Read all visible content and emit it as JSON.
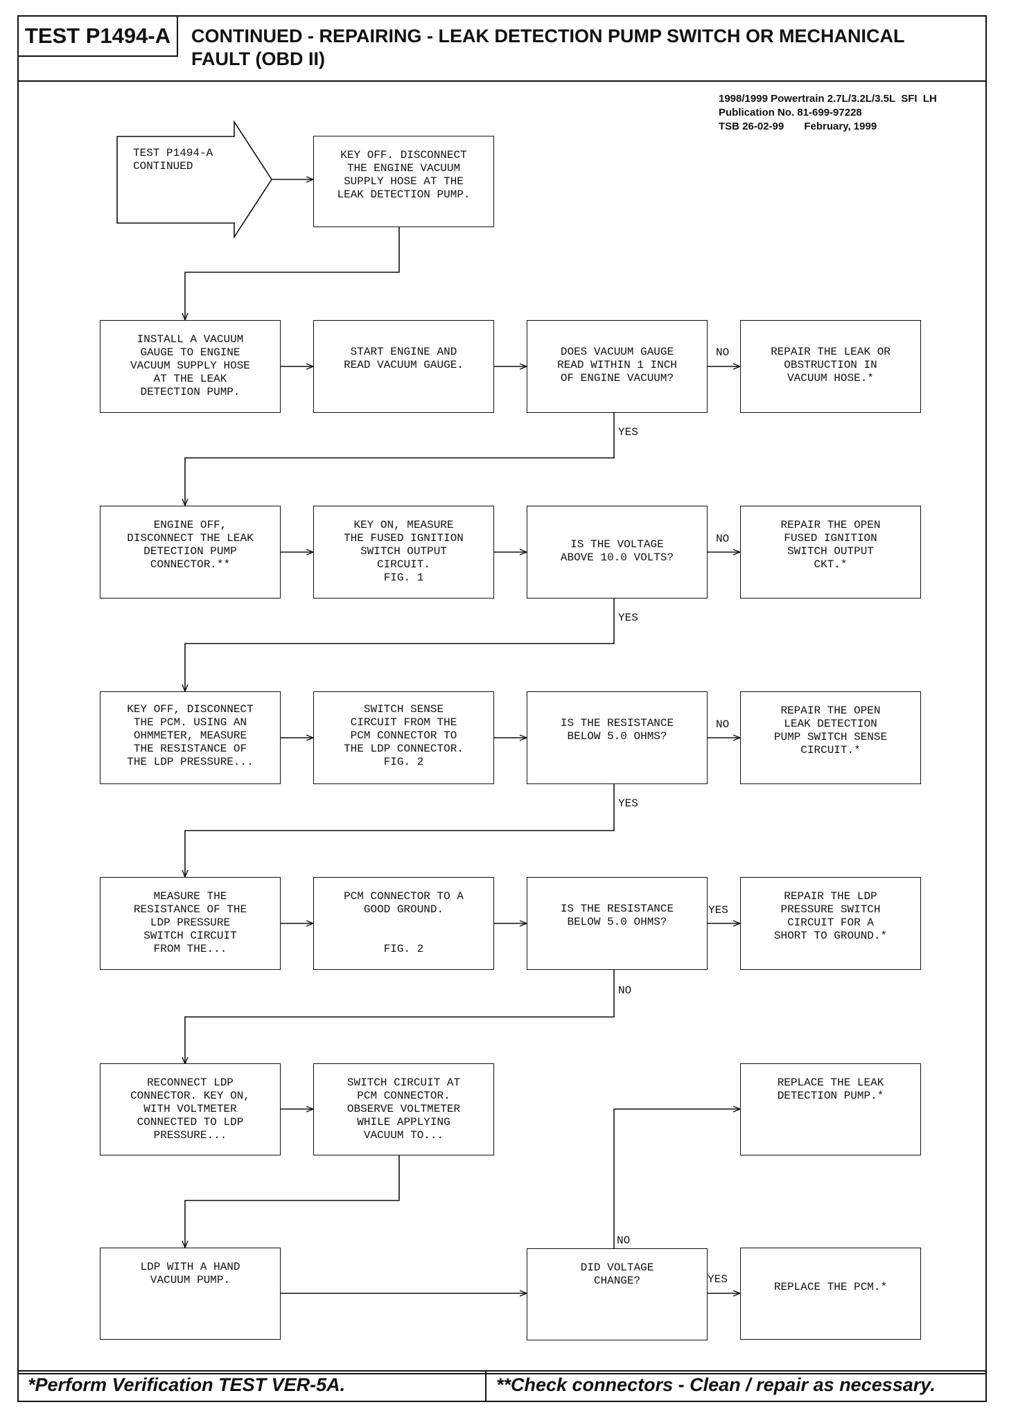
{
  "header": {
    "test_id": "TEST P1494-A",
    "title_line1": "CONTINUED - REPAIRING - LEAK DETECTION PUMP SWITCH OR MECHANICAL",
    "title_line2": "FAULT (OBD II)"
  },
  "publication": {
    "line1": "1998/1999 Powertrain 2.7L/3.2L/3.5L  SFI  LH",
    "line2": "Publication No. 81-699-97228",
    "line3": "TSB 26-02-99       February, 1999"
  },
  "nodes": {
    "start": "TEST P1494-A\nCONTINUED",
    "s1": "KEY OFF. DISCONNECT\nTHE ENGINE VACUUM\nSUPPLY HOSE AT THE\nLEAK DETECTION PUMP.",
    "r1a": "INSTALL A VACUUM\nGAUGE TO ENGINE\nVACUUM SUPPLY HOSE\nAT THE LEAK\nDETECTION PUMP.",
    "r1b": "START ENGINE AND\nREAD VACUUM GAUGE.",
    "r1c": "DOES VACUUM GAUGE\nREAD WITHIN 1 INCH\nOF ENGINE VACUUM?",
    "r1d": "REPAIR THE LEAK OR\nOBSTRUCTION IN\nVACUUM HOSE.*",
    "r2a": "ENGINE OFF,\nDISCONNECT THE LEAK\nDETECTION PUMP\nCONNECTOR.**",
    "r2b": "KEY ON, MEASURE\nTHE FUSED IGNITION\nSWITCH OUTPUT\nCIRCUIT.\nFIG. 1",
    "r2c": "IS THE VOLTAGE\nABOVE 10.0 VOLTS?",
    "r2d": "REPAIR THE OPEN\nFUSED IGNITION\nSWITCH OUTPUT\nCKT.*",
    "r3a": "KEY OFF, DISCONNECT\nTHE PCM. USING AN\nOHMMETER, MEASURE\nTHE RESISTANCE OF\nTHE LDP PRESSURE...",
    "r3b": "SWITCH SENSE\nCIRCUIT FROM THE\nPCM CONNECTOR TO\nTHE LDP CONNECTOR.\nFIG. 2",
    "r3c": "IS THE RESISTANCE\nBELOW 5.0 OHMS?",
    "r3d": "REPAIR THE OPEN\nLEAK DETECTION\nPUMP SWITCH SENSE\nCIRCUIT.*",
    "r4a": "MEASURE THE\nRESISTANCE OF THE\nLDP PRESSURE\nSWITCH CIRCUIT\nFROM THE...",
    "r4b": "PCM CONNECTOR TO A\nGOOD GROUND.\n\n\nFIG. 2",
    "r4c": "IS THE RESISTANCE\nBELOW 5.0 OHMS?",
    "r4d": "REPAIR THE LDP\nPRESSURE SWITCH\nCIRCUIT FOR A\nSHORT TO GROUND.*",
    "r5a": "RECONNECT LDP\nCONNECTOR. KEY ON,\nWITH VOLTMETER\nCONNECTED TO LDP\nPRESSURE...",
    "r5b": "SWITCH CIRCUIT AT\nPCM CONNECTOR.\nOBSERVE VOLTMETER\nWHILE APPLYING\nVACUUM TO...",
    "r5d": "REPLACE THE LEAK\nDETECTION PUMP.*",
    "r6a": "LDP WITH A HAND\nVACUUM PUMP.",
    "r6c": "DID VOLTAGE\nCHANGE?",
    "r6d": "REPLACE THE PCM.*"
  },
  "labels": {
    "r1_no": "NO",
    "r1_yes": "YES",
    "r2_no": "NO",
    "r2_yes": "YES",
    "r3_no": "NO",
    "r3_yes": "YES",
    "r4_yes": "YES",
    "r4_no": "NO",
    "r6_no": "NO",
    "r6_yes": "YES"
  },
  "footer": {
    "left": "*Perform Verification TEST VER-5A.",
    "right": "**Check connectors - Clean / repair as necessary."
  }
}
